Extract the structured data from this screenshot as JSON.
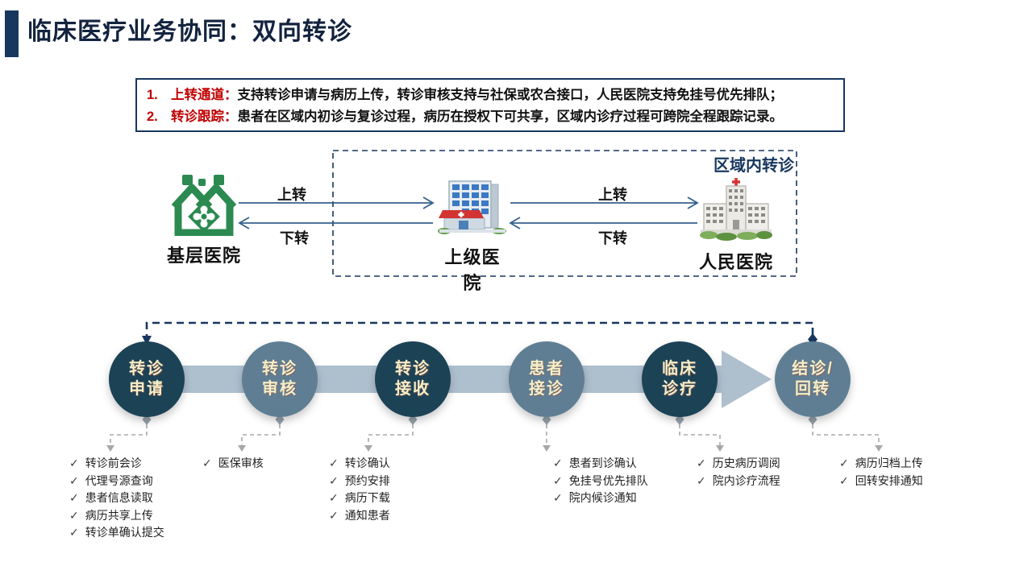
{
  "title": {
    "text": "临床医疗业务协同：双向转诊"
  },
  "notes": {
    "items": [
      {
        "num": "1.",
        "lead": "上转通道：",
        "body": "支持转诊申请与病历上传，转诊审核支持与社保或农合接口，人民医院支持免挂号优先排队；"
      },
      {
        "num": "2.",
        "lead": "转诊跟踪：",
        "body": "患者在区域内初诊与复诊过程，病历在授权下可共享，区域内诊疗过程可跨院全程跟踪记录。"
      }
    ]
  },
  "referral": {
    "region_label": "区域内转诊",
    "hospitals": [
      {
        "name": "基层医院",
        "icon": "community-hospital-icon"
      },
      {
        "name": "上级医院",
        "icon": "superior-hospital-icon"
      },
      {
        "name": "人民医院",
        "icon": "people-hospital-icon"
      }
    ],
    "links": [
      {
        "up": "上转",
        "down": "下转"
      },
      {
        "up": "上转",
        "down": "下转"
      }
    ]
  },
  "flow": {
    "check_glyph": "✓",
    "steps": [
      {
        "line1": "转诊",
        "line2": "申请",
        "tone": "dark",
        "tasks": [
          "转诊前会诊",
          "代理号源查询",
          "患者信息读取",
          "病历共享上传",
          "转诊单确认提交"
        ]
      },
      {
        "line1": "转诊",
        "line2": "审核",
        "tone": "light",
        "tasks": [
          "医保审核"
        ]
      },
      {
        "line1": "转诊",
        "line2": "接收",
        "tone": "dark",
        "tasks": [
          "转诊确认",
          "预约安排",
          "病历下载",
          "通知患者"
        ]
      },
      {
        "line1": "患者",
        "line2": "接诊",
        "tone": "light",
        "tasks": [
          "患者到诊确认",
          "免挂号优先排队",
          "院内候诊通知"
        ]
      },
      {
        "line1": "临床",
        "line2": "诊疗",
        "tone": "dark",
        "tasks": [
          "历史病历调阅",
          "院内诊疗流程"
        ]
      },
      {
        "line1": "结诊/",
        "line2": "回转",
        "tone": "light",
        "tasks": [
          "病历归档上传",
          "回转安排通知"
        ]
      }
    ]
  },
  "colors": {
    "accent": "#17375e",
    "red": "#c00000",
    "circle_dark": "#1d4356",
    "circle_light": "#5e7e93",
    "band": "#aebfce",
    "circle_text": "#f3efc7",
    "connector_grey": "#a8a8a8",
    "arrow_blue": "#35618e",
    "green_icon": "#2c8a50"
  }
}
